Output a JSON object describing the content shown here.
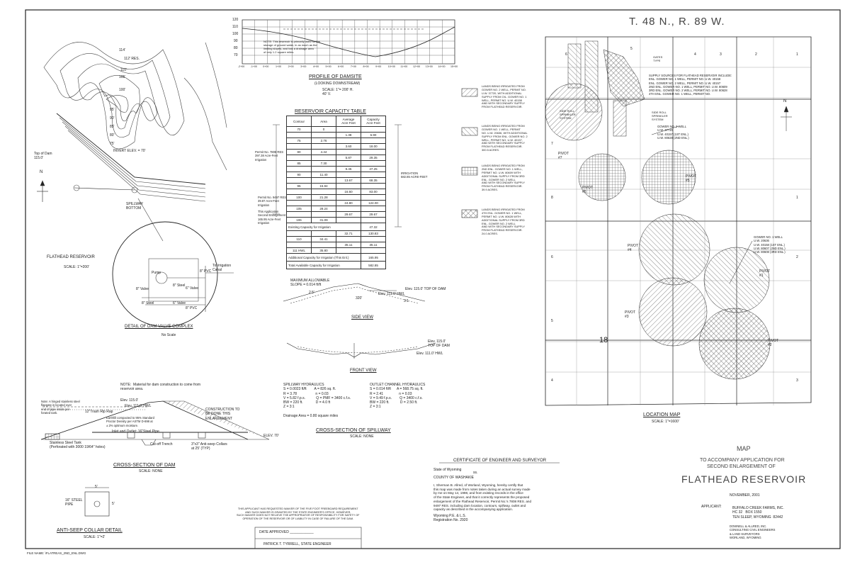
{
  "sheet": {
    "file_name": "FILE NAME: \\FLATREAS_2ND_ENL.DWG"
  },
  "plan": {
    "title": "FLATHEAD RESERVOIR",
    "scale": "SCALE: 1\"=200'",
    "contours": [
      "114'",
      "112' RES.",
      "110'",
      "105'",
      "100'",
      "95'",
      "90'",
      "85'",
      "80'",
      "75'"
    ],
    "labels": {
      "top_dam": "Top of Dam\n115.0'",
      "invert": "INVERT ELEV. = 70'",
      "spillway": "SPILLWAY\nBOTTOM",
      "north": "N"
    }
  },
  "valve": {
    "title": "DETAIL OF DAM VALVE COMPLEX",
    "scale": "No Scale",
    "labels": [
      "Pump",
      "8\" Valve",
      "8\" Steel",
      "6\" Valve",
      "8\" PVC",
      "To Irrigation\nCanal",
      "8\" Steel",
      "6\" Valve",
      "8\" PVC"
    ]
  },
  "profile": {
    "title": "PROFILE OF DAMSITE",
    "subtitle": "(LOOKING DOWNSTREAM)",
    "scale": "SCALE: 1\"= 200' H.\n40' V.",
    "y_ticks": [
      "120",
      "110",
      "100",
      "90",
      "80",
      "70"
    ],
    "x_ticks": [
      "-2+00",
      "-1+00",
      "0+00",
      "1+00",
      "2+00",
      "3+00",
      "4+00",
      "5+00",
      "6+00",
      "7+00",
      "8+00",
      "9+00",
      "10+00",
      "11+00",
      "12+00",
      "13+00",
      "14+00",
      "15+00"
    ],
    "notes": "NOTE: This reservoir is primarily used for the\nstorage of ground water, in as much as the\nlimiting slopes, and has a drainage area\nof only 1.2 square miles."
  },
  "capacity": {
    "title": "RESERVOIR CAPACITY TABLE",
    "headers": [
      "Contour",
      "Area",
      "Average\nAcre Feet",
      "Capacity\nAcre Feet"
    ],
    "rows": [
      [
        "70",
        "0",
        "",
        ""
      ],
      [
        "",
        "",
        "1.38",
        "6.90"
      ],
      [
        "75",
        "2.76",
        "",
        ""
      ],
      [
        "",
        "",
        "3.60",
        "18.00"
      ],
      [
        "80",
        "4.44",
        "",
        ""
      ],
      [
        "",
        "",
        "5.87",
        "29.35"
      ],
      [
        "85",
        "7.30",
        "",
        ""
      ],
      [
        "",
        "",
        "9.45",
        "47.25"
      ],
      [
        "90",
        "11.40",
        "",
        ""
      ],
      [
        "",
        "",
        "13.67",
        "68.35"
      ],
      [
        "95",
        "15.94",
        "",
        ""
      ],
      [
        "",
        "",
        "16.60",
        "83.00"
      ],
      [
        "100",
        "21.28",
        "",
        ""
      ],
      [
        "",
        "",
        "24.80",
        "124.00"
      ],
      [
        "105",
        "28.24",
        "",
        ""
      ],
      [
        "",
        "",
        "29.67",
        "29.67"
      ],
      [
        "106",
        "31.09",
        "",
        ""
      ]
    ],
    "summary": [
      [
        "Existing Capacity for Irrigation",
        "",
        "",
        "47.32"
      ],
      [
        "",
        "",
        "32.71",
        "130.83"
      ],
      [
        "110",
        "34.41",
        "",
        ""
      ],
      [
        "",
        "",
        "35.11",
        "35.11"
      ],
      [
        "111 HWL",
        "35.80",
        "",
        ""
      ],
      [
        "Additional Capacity for Irrigation (This Enl.)",
        "",
        "",
        "165.95"
      ],
      [
        "Total Available Capacity for Irrigation",
        "",
        "",
        "582.85"
      ]
    ],
    "side_labels": [
      "Permit No. 7808 RES\n397.38 Acre-Feet\nIrrigation",
      "Permit No. 9497 RES.\n39.87 Acre-Feet\nIrrigation",
      "This Application\nSecond Enlargement\n165.95 Acre-Feet\nIrrigation",
      "IRRIGATION\n582.85 ACRE-FEET"
    ]
  },
  "side_view": {
    "title": "SIDE VIEW",
    "labels": [
      "MAXIMUM ALLOWABLE\nSLOPE = 0.014 ft/ft",
      "2.5'",
      "Elev. 111.0' HWL",
      "Elev. 115.0' TOP OF DAM",
      "320'",
      "3:1"
    ]
  },
  "front_view": {
    "title": "FRONT VIEW",
    "labels": [
      "Elev. 115.0'\nTOP OF DAM",
      "Elev. 111.0' HWL"
    ]
  },
  "spillway": {
    "title": "CROSS-SECTION OF SPILLWAY",
    "scale": "SCALE: NONE",
    "spillway_hydraulics": "SPILLWAY HYDRAULICS\nS = 0.0023 ft/ft        A = 826 sq. ft.\nR = 3.78                   n = 0.03\nV = 5.82 f.p.s.           Q = PMF = 3400 c.f.s.\nBW = 220 ft.             D = 4.0 ft\nZ = 3:1\n\nDrainage Area = 0.80 square miles",
    "outlet_hydraulics": "OUTLET CHANNEL HYDRAULICS\nS = 0.014 ft/ft      A = 568.75 sq. ft.\nR = 2.41                n = 0.03\nV = 9.49 f.p.s.        Q = 3400 c.f.s.\nBW = 220 ft.           D = 2.50 ft.\nZ = 3:1"
  },
  "dam_section": {
    "note": "NOTE:  Material for dam construction to come from\nreservoir area.",
    "title": "CROSS-SECTION OF DAM",
    "scale": "SCALE: NONE",
    "labels": [
      "Note: A hinged stainless steel\nflapgate is located over\nend of pipe inside per-\nforated tank.",
      "12\"Trash Rip Rap",
      "Elev. 115.0'",
      "Elev. 111.0' HWL",
      "Earthfill compacted to 95% Standard\nProctor Density per ASTM D-698 at\n± 2% optimum moisture.",
      "Inlet and Outlet: 16\"Steel Pipe",
      "CONSTRUCTION TO\nBE DONE THIS\nENLARGEMENT",
      "Stainless Steel Tank\n(Perforated with 3000 19/64\" holes)",
      "Cut-off Trench",
      "3\"x3\" Anti-seep Collars\nat 25' (TYP)",
      "ELEV. 70'"
    ]
  },
  "collar": {
    "title": "ANTI-SEEP COLLAR DETAIL",
    "scale": "SCALE: 1\"=2'",
    "labels": [
      "5'",
      "16\" STEEL\nPIPE",
      "5'"
    ]
  },
  "waiver": "THIS APPLICANT HAS REQUESTED WAIVER OF THE FIVE FOOT FREEBOARD REQUIREMENT\nAND SUCH WAIVER IS GRANTED BY THE STATE ENGINEER'S OFFICE. HOWEVER,\nSUCH WAIVER DOES NOT RELIEVE THE APPROPRIATOR OF RESPONSIBILITY FOR SAFETY OF\nOPERATION OF THE RESERVOIR OR OF LIABILITY IN CASE OF FAILURE OF THE DAM.",
  "approval": {
    "date_label": "DATE APPROVED ____________",
    "engineer": "PATRICK T. TYRRELL, STATE ENGINEER"
  },
  "legend": [
    "LANDS BEING IRRIGATED FROM\nGOWER NO. 2 WELL, PERMIT NO.\nU.W. 37720, WITH ADDITIONAL\nSUPPLY FROM OIL. GOWER NO. 1\nWELL, PERMIT NO. U.W. 40158\nAND WITH SECONDARY SUPPLY\nFROM FLATHEAD RESERVOIR.",
    "LANDS BEING IRRIGATED FROM\nGOWER NO. 1 WELL, PERMIT\nNO. U.W. 20636, WITH ADDITIONAL\nSUPPLY FROM ENL. GOWER NO. 2\nWELL, PERMIT NO. U.W. 40157,\nAND WITH SECONDARY SUPPLY\nFROM FLATHEAD RESERVOIR.\n300.5 ACRES.",
    "LANDS BEING IRRIGATED FROM\n2ND ENL. GOWER NO. 1 WELL,\nPERMIT NO. U.W. 80609 WITH\nADDITIONAL SUPPLY FROM 3RD\nENL. GOWER NO. 2 WELL\nAND WITH SECONDARY SUPPLY\nFROM FLATHEAD RESERVOIR.\n39.9 ACRES.",
    "LANDS BEING IRRIGATED FROM\n4TH ENL. GOWER NO. 1 WELL,\nPERMIT NO. U.W. 80628 WITH\nADDITIONAL SUPPLY FROM 3RD\nENL. GOWER NO. 2 WELL\nAND WITH SECONDARY SUPPLY\nFROM FLATHEAD RESERVOIR.\n24.0 ACRES."
  ],
  "location_map": {
    "township": "T. 48 N., R. 89 W.",
    "title": "LOCATION MAP",
    "scale": "SCALE: 1\"=1600'",
    "supply_sources": "SUPPLY SOURCES FOR FLATHEAD RESERVOIR INCLUDE:\nENL. GOWER NO. 1 WELL, PERMIT NO. U.W. 40158\nENL. GOWER NO. 2 WELL, PERMIT NO. U.W. 40157\n2ND ENL. GOWER NO. 1 WELL, PERMIT NO. U.W. 80609\n3RD ENL. GOWER NO. 2 WELL, PERMIT NO. U.W. 80628\n4TH ENL. GOWER NO. 1 WELL, PERMIT NO.",
    "gower2": "GOWER NO. 2 WELL\nU.W. 37720\nU.W. 40157 (1ST ENL.)\nU.W. 80628 (2ND ENL.)",
    "gower1": "GOWER NO. 1 WELL\nU.W. 20636\nU.W. 40158 (1ST ENL.)\nU.W. 80607 (2ND ENL.)\nU.W. 80608 (3RD ENL.)",
    "pivots": [
      "PIVOT\n#7",
      "PIVOT\n#6",
      "PIVOT\n#5",
      "PIVOT\n#4",
      "PIVOT\n#1",
      "PIVOT\n#3",
      "PIVOT\n#2"
    ],
    "section_numbers": [
      "6",
      "5",
      "4",
      "3",
      "2",
      "1",
      "7",
      "8",
      "18",
      "6",
      "5",
      "4",
      "3",
      "2",
      "1"
    ],
    "misc": [
      "SIDE ROLL\nSPRINKLER\nSYSTEM",
      "SIDE ROLL\nSPRINKLER\nSYSTEM",
      "GATES\nTYPE",
      "N"
    ]
  },
  "certificate": {
    "title": "CERTIFICATE OF ENGINEER AND SURVEYOR",
    "state": "State of Wyoming",
    "ss": "ss.",
    "county": "COUNTY OF WASHAKIE",
    "body": "I, Sherman B. Allred, of Worland, Wyoming, hereby certify that\nthis map was made from notes taken during an actual survey made\nby me on May 14, 1998, and from existing records in the office\nof the State Engineer, and that it correctly represents the proposed\nenlargement of the Flathead Reservoir, Permit No.'s 7808 RES. and\n9497 RES. including dam location, contours, spillway, outlet and\ncapacity as described in the accompanying application.",
    "reg": "Wyoming P.E. & L.S.\nRegistration No. 2920"
  },
  "title_block": {
    "map": "MAP",
    "line1": "TO ACCOMPANY APPLICATION FOR",
    "line2": "SECOND ENLARGEMENT OF",
    "name": "FLATHEAD RESERVOIR",
    "date": "NOVEMBER, 2001",
    "applicant_label": "APPLICANT:",
    "applicant": "BUFFALO CREEK FARMS, INC.\nHC 32   BOX 1550\nTEN SLEEP, WYOMING  82442",
    "engineer": "DOWNELL & ALLRED, INC.\nCONSULTING CIVIL ENGINEERS\n& LAND SURVEYORS\nWORLAND, WYOMING"
  }
}
